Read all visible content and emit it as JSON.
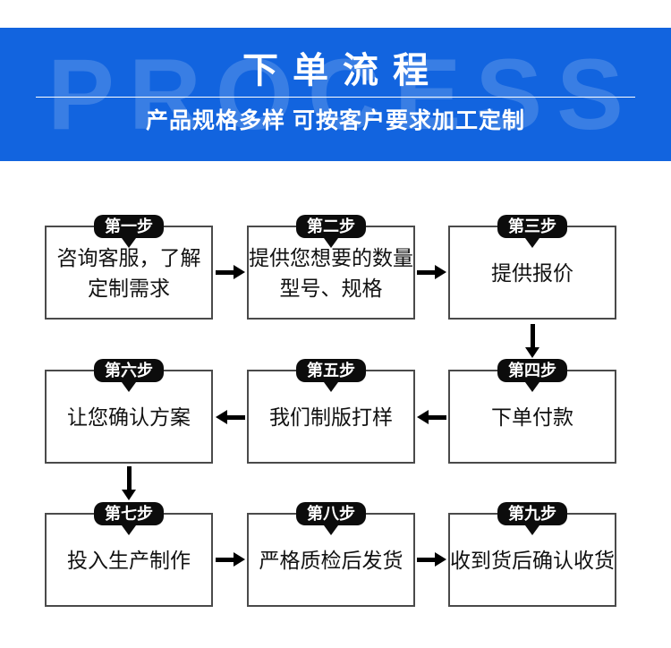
{
  "banner": {
    "watermark": "PROCESS",
    "title": "下单流程",
    "subtitle": "产品规格多样 可按客户要求加工定制"
  },
  "colors": {
    "banner_blue": "#1264df",
    "badge_black": "#0c0c0c",
    "box_border": "#4a4a4a",
    "text_black": "#111111",
    "white": "#ffffff"
  },
  "steps": [
    {
      "badge": "第一步",
      "line1": "咨询客服，了解",
      "line2": "定制需求"
    },
    {
      "badge": "第二步",
      "line1": "提供您想要的数量",
      "line2": "型号、规格"
    },
    {
      "badge": "第三步",
      "line1": "提供报价"
    },
    {
      "badge": "第四步",
      "line1": "下单付款"
    },
    {
      "badge": "第五步",
      "line1": "我们制版打样"
    },
    {
      "badge": "第六步",
      "line1": "让您确认方案"
    },
    {
      "badge": "第七步",
      "line1": "投入生产制作"
    },
    {
      "badge": "第八步",
      "line1": "严格质检后发货"
    },
    {
      "badge": "第九步",
      "line1": "收到货后确认收货"
    }
  ]
}
